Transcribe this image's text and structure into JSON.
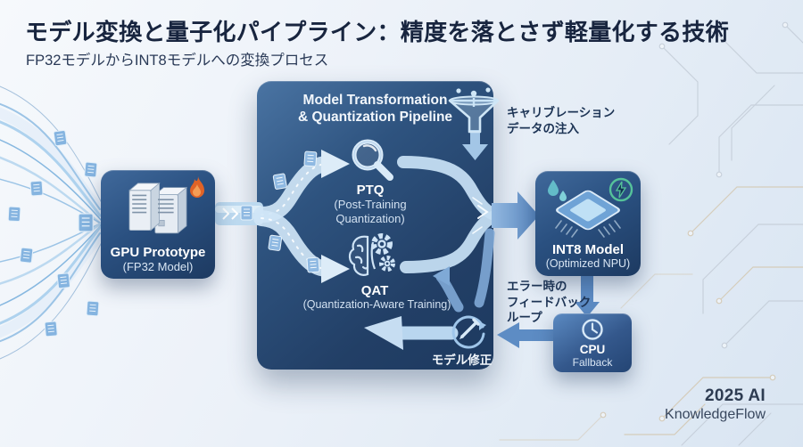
{
  "header": {
    "title": "モデル変換と量子化パイプライン：精度を落とさず軽量化する技術",
    "subtitle": "FP32モデルからINT8モデルへの変換プロセス"
  },
  "gpu_box": {
    "title": "GPU Prototype",
    "subtitle": "(FP32 Model)"
  },
  "pipeline": {
    "title_line1": "Model Transformation",
    "title_line2": "& Quantization Pipeline",
    "ptq_name": "PTQ",
    "ptq_desc_line1": "(Post-Training",
    "ptq_desc_line2": "Quantization)",
    "qat_name": "QAT",
    "qat_desc": "(Quantization-Aware Training)",
    "model_fix_label": "モデル修正"
  },
  "int8_box": {
    "title": "INT8 Model",
    "subtitle": "(Optimized NPU)"
  },
  "cpu_box": {
    "title": "CPU",
    "subtitle": "Fallback"
  },
  "annotations": {
    "calibration_line1": "キャリブレーション",
    "calibration_line2": "データの注入",
    "feedback_line1": "エラー時の",
    "feedback_line2": "フィードバック",
    "feedback_line3": "ループ"
  },
  "footer": {
    "line1": "2025 AI",
    "line2": "KnowledgeFlow"
  },
  "icons": {
    "gpu_corner": "flame-icon",
    "gpu_main": "server-towers-icon",
    "ptq": "magnifier-icon",
    "qat": "brain-gears-icon",
    "calibration": "funnel-icon",
    "model_fix": "wrench-refresh-icon",
    "int8_main": "chip-icon",
    "int8_corner_left": "droplets-icon",
    "int8_corner_right": "lightning-circle-icon",
    "cpu": "clock-icon"
  },
  "colors": {
    "pipeline_box": "#2a4d78",
    "node_box": "#2a5080",
    "stream_light": "#cfe5f6",
    "arrow_blue": "#5d8cc4",
    "flame_orange": "#e8702a",
    "lightning_green": "#55c29a",
    "title_navy": "#18253f"
  }
}
